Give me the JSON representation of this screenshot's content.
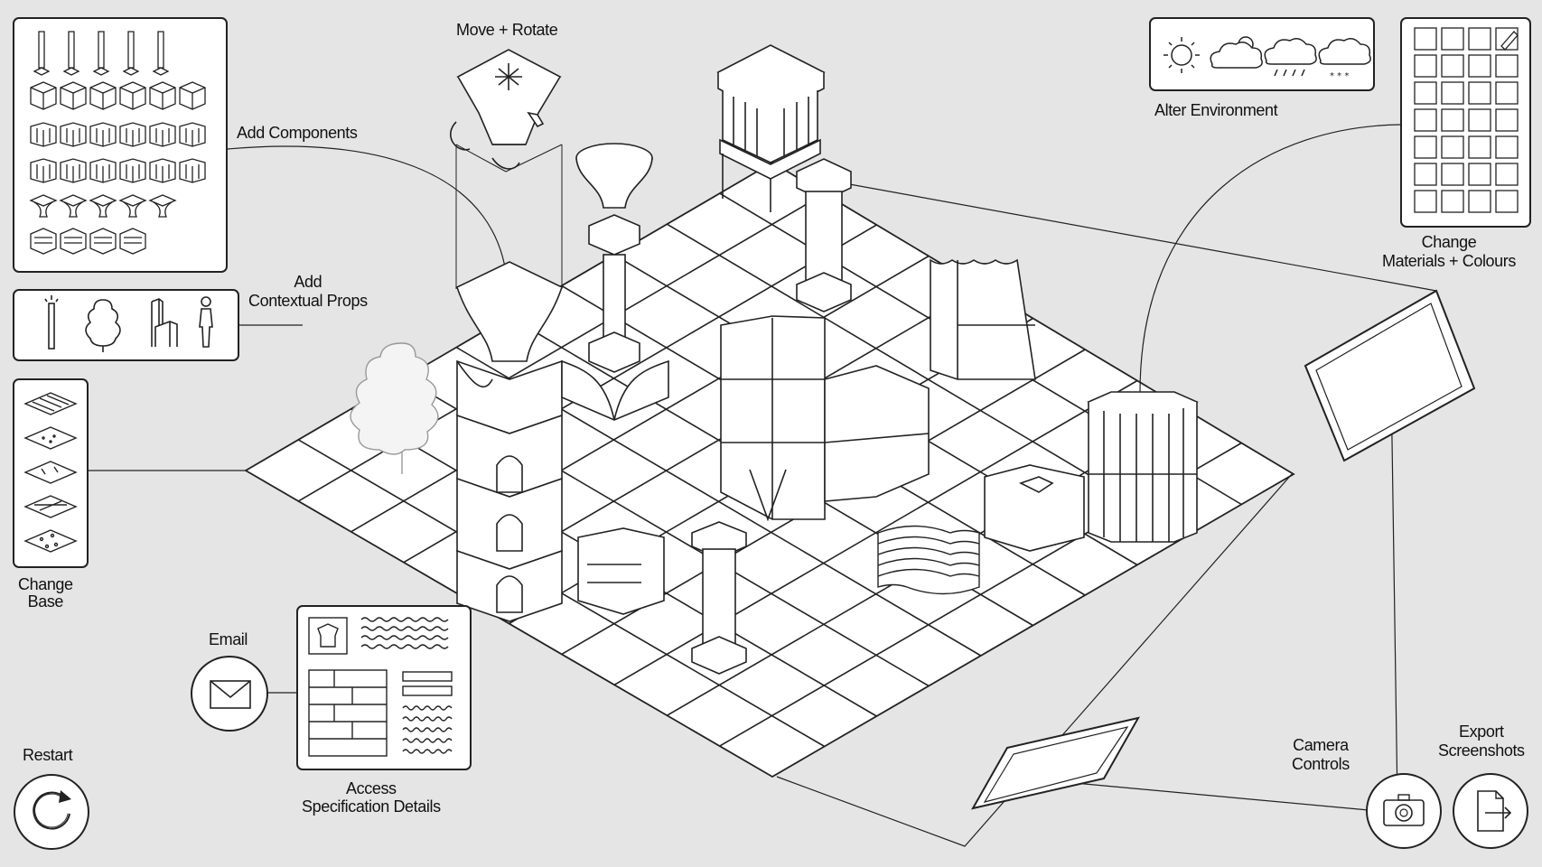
{
  "labels": {
    "add_components": "Add Components",
    "move_rotate": "Move + Rotate",
    "add_contextual_props": [
      "Add",
      "Contextual Props"
    ],
    "change_base": [
      "Change",
      "Base"
    ],
    "email": "Email",
    "restart": "Restart",
    "access_spec": [
      "Access",
      "Specification Details"
    ],
    "alter_environment": "Alter Environment",
    "change_materials": [
      "Change",
      "Materials + Colours"
    ],
    "camera_controls": [
      "Camera",
      "Controls"
    ],
    "export_screenshots": [
      "Export",
      "Screenshots"
    ]
  },
  "icons": {
    "environment": [
      "sun-icon",
      "partly-cloudy-icon",
      "rain-icon",
      "snow-icon"
    ],
    "props": [
      "lamp-post-icon",
      "tree-icon",
      "chair-icon",
      "person-icon"
    ],
    "base": [
      "base-pattern-1-icon",
      "base-pattern-2-icon",
      "base-pattern-3-icon",
      "base-pattern-4-icon",
      "base-pattern-5-icon"
    ]
  },
  "colors": {
    "background": "#e5e5e5",
    "panel": "#ffffff",
    "ink": "#222222"
  }
}
